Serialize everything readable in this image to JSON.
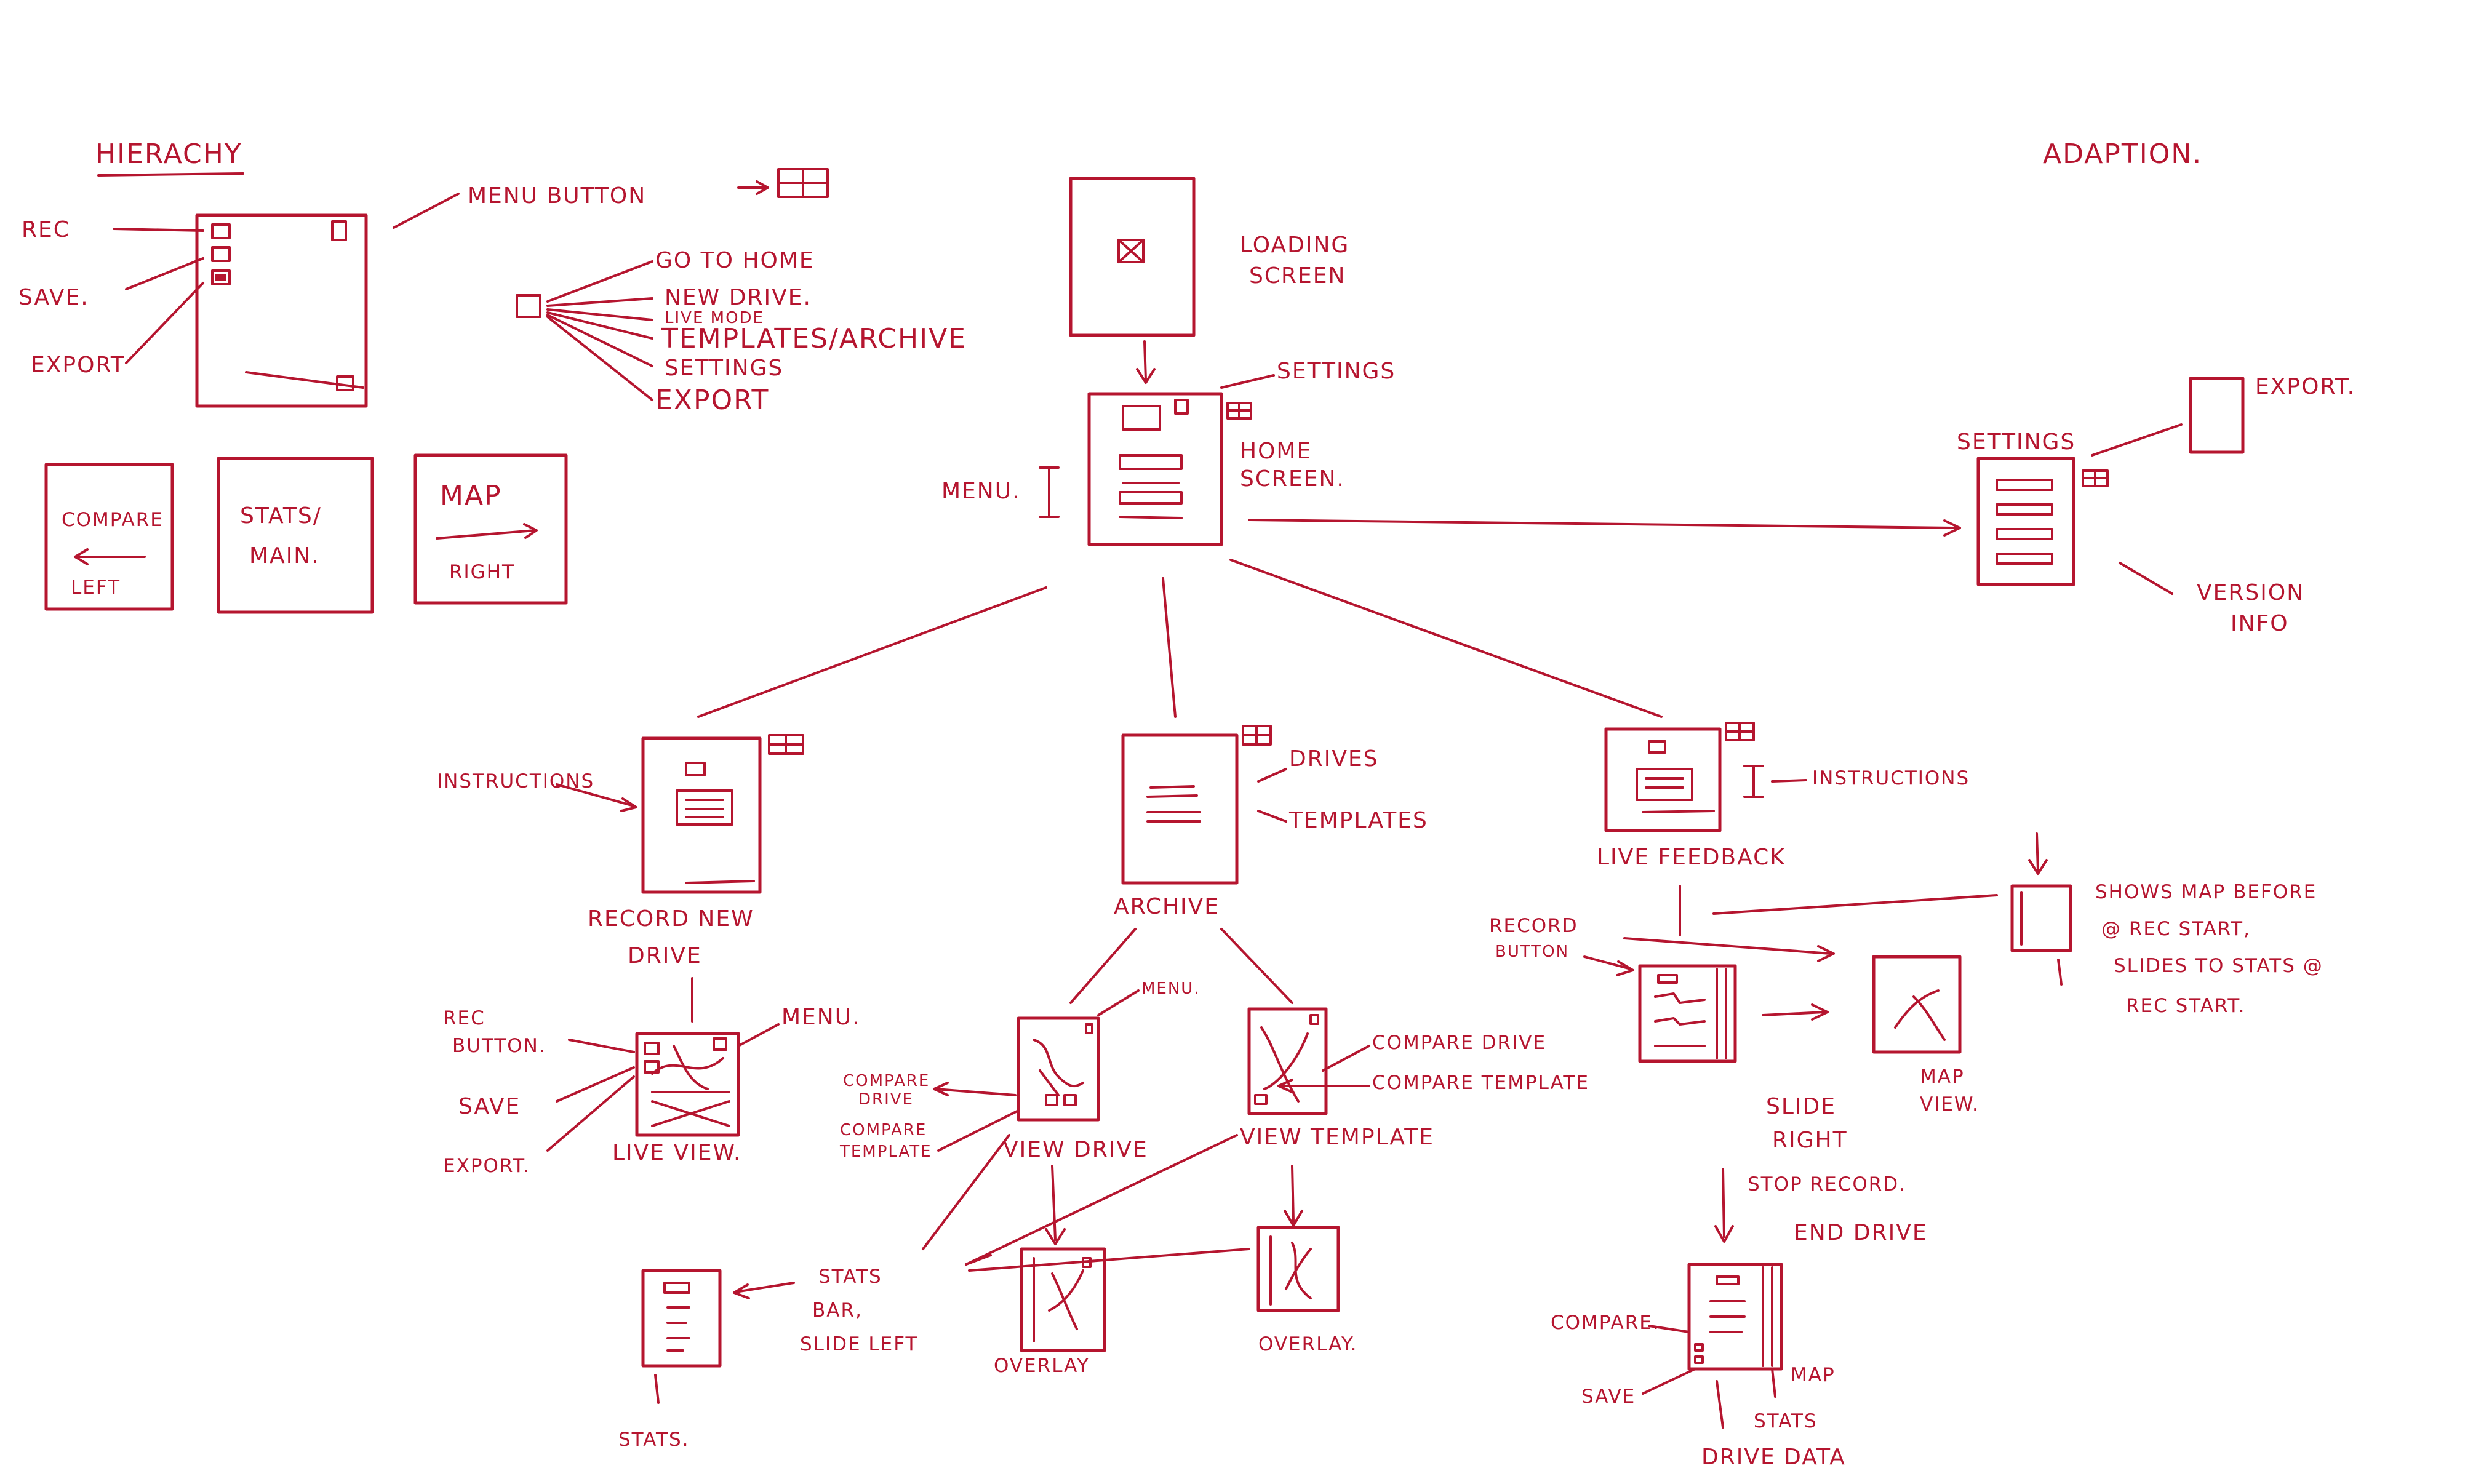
{
  "labels": {
    "hierarchy_title": "HIERACHY",
    "adaption_title": "ADAPTION.",
    "rec": "REC",
    "save": "SAVE.",
    "export": "EXPORT",
    "menu_button": "MENU BUTTON",
    "go_to_home": "GO TO HOME",
    "new_drive": "NEW DRIVE.",
    "live_mode": "LIVE MODE",
    "templates_archive": "TEMPLATES/ARCHIVE",
    "settings_item": "SETTINGS",
    "export_item": "EXPORT",
    "compare": "COMPARE",
    "left": "LEFT",
    "stats_main_1": "STATS/",
    "stats_main_2": "MAIN.",
    "map": "MAP",
    "right": "RIGHT",
    "loading_1": "LOADING",
    "loading_2": "SCREEN",
    "settings_top": "SETTINGS",
    "home_1": "HOME",
    "home_2": "SCREEN.",
    "menu_home": "MENU.",
    "settings_right": "SETTINGS",
    "export_right": "EXPORT.",
    "version_1": "VERSION",
    "version_2": "INFO",
    "instructions_left": "INSTRUCTIONS",
    "record_new_1": "RECORD NEW",
    "record_new_2": "DRIVE",
    "drives": "DRIVES",
    "templates": "TEMPLATES",
    "archive": "ARCHIVE",
    "instructions_right": "INSTRUCTIONS",
    "live_feedback": "LIVE FEEDBACK",
    "record_button_1": "RECORD",
    "record_button_2": "BUTTON",
    "shows_map_1": "SHOWS MAP BEFORE",
    "shows_map_2": "@ REC START,",
    "shows_map_3": "SLIDES TO STATS @",
    "shows_map_4": "REC START.",
    "rec_button_1": "REC",
    "rec_button_2": "BUTTON.",
    "save_live": "SAVE",
    "export_live": "EXPORT.",
    "menu_live": "MENU.",
    "live_view": "LIVE VIEW.",
    "menu_view": "MENU.",
    "compare_drive_1": "COMPARE",
    "compare_drive_2": "DRIVE",
    "compare_template_1": "COMPARE",
    "compare_template_2": "TEMPLATE",
    "view_drive": "VIEW DRIVE",
    "compare_drive_r": "COMPARE DRIVE",
    "compare_template_r": "COMPARE TEMPLATE",
    "view_template": "VIEW TEMPLATE",
    "slide_1": "SLIDE",
    "slide_2": "RIGHT",
    "map_view_1": "MAP",
    "map_view_2": "VIEW.",
    "stop_record": "STOP RECORD.",
    "end_drive": "END DRIVE",
    "stats_bar_1": "STATS",
    "stats_bar_2": "BAR,",
    "stats_bar_3": "SLIDE LEFT",
    "overlay_1": "OVERLAY",
    "overlay_2": "OVERLAY.",
    "stats_bottom": "STATS.",
    "compare_end": "COMPARE.",
    "save_end": "SAVE",
    "map_end": "MAP",
    "stats_end": "STATS",
    "drive_data": "DRIVE DATA"
  },
  "colors": {
    "ink": "#b5152f",
    "background": "#ffffff"
  }
}
